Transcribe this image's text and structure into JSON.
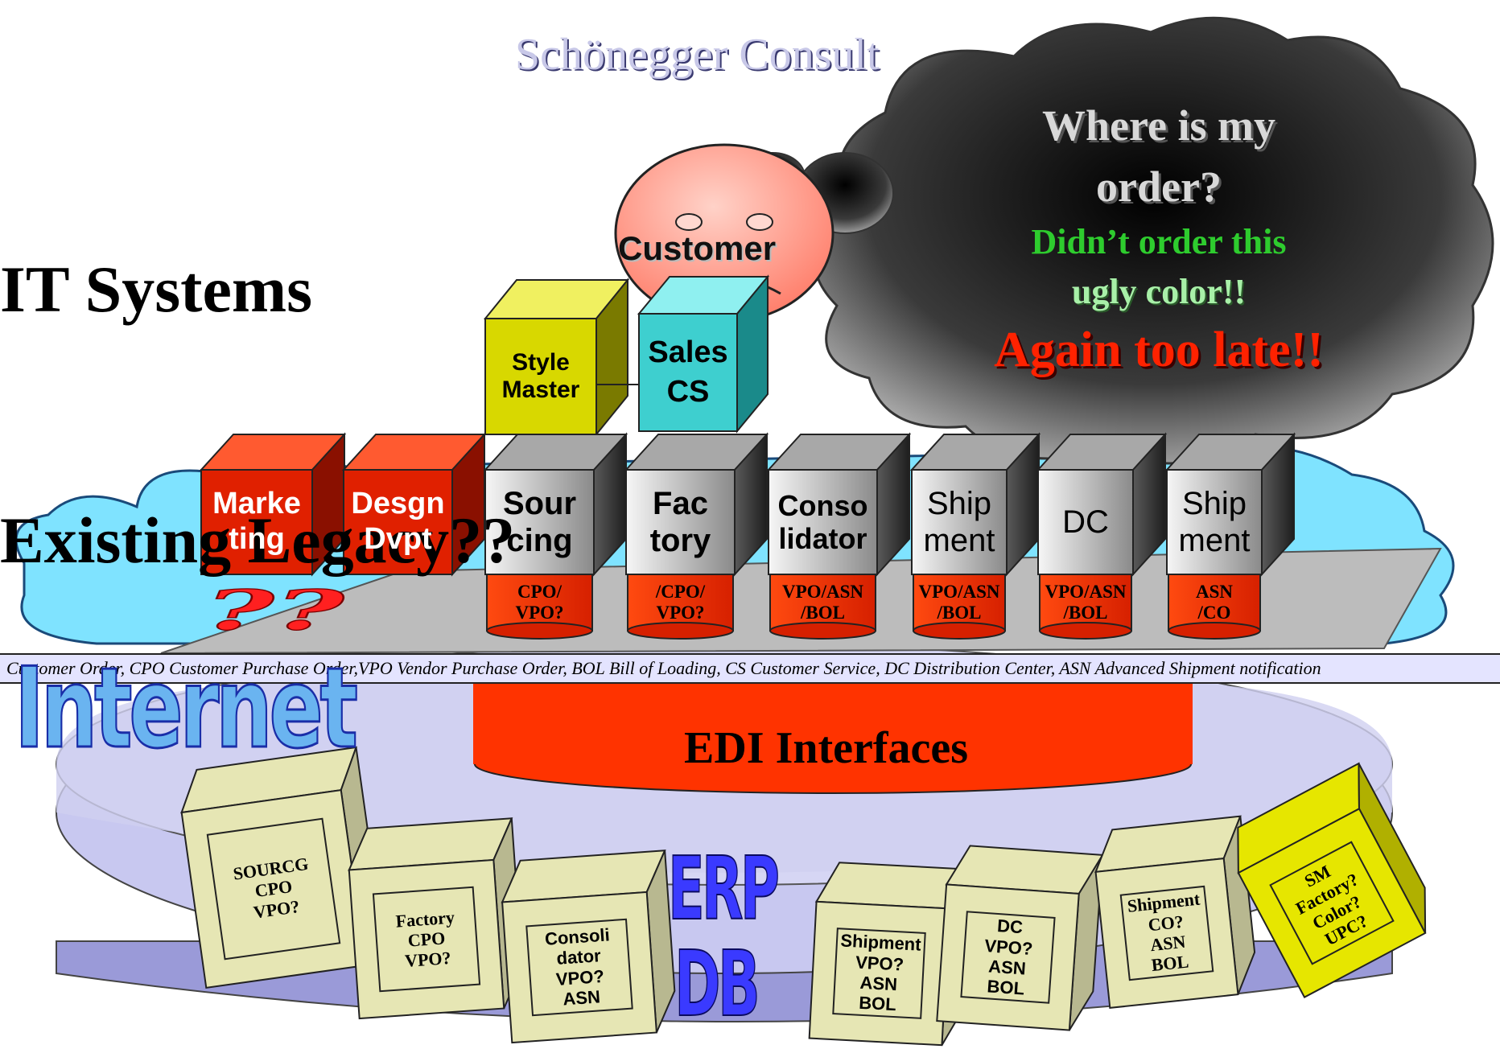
{
  "header": {
    "brand": "Schönegger  Consult",
    "title_line1": "IT Systems",
    "title_line2": "Existing Legacy??"
  },
  "thought_bubble": {
    "line1": "Where is my",
    "line2": "order?",
    "line3": "Didn’t order this",
    "line4": "ugly color!!",
    "line5": "Again too late!!"
  },
  "customer": {
    "label": "Customer"
  },
  "top_boxes": [
    {
      "line1": "Style",
      "line2": "Master",
      "color": "#d8d800"
    },
    {
      "line1": "Sales",
      "line2": "CS",
      "color": "#3ecfcf"
    }
  ],
  "process_boxes": [
    {
      "line1": "Marke",
      "line2": "ting",
      "color": "#e02000"
    },
    {
      "line1": "Desgn",
      "line2": "Dvpt",
      "color": "#e02000"
    },
    {
      "line1": "Sour",
      "line2": "cing",
      "color": "#c8c8c8",
      "db1": "CPO/",
      "db2": "VPO?"
    },
    {
      "line1": "Fac",
      "line2": "tory",
      "color": "#c8c8c8",
      "db1": "/CPO/",
      "db2": "VPO?"
    },
    {
      "line1": "Conso",
      "line2": "lidator",
      "color": "#c8c8c8",
      "db1": "VPO/ASN",
      "db2": "/BOL"
    },
    {
      "line1": "Ship",
      "line2": "ment",
      "color": "#c8c8c8",
      "db1": "VPO/ASN",
      "db2": "/BOL"
    },
    {
      "line1": "DC",
      "line2": "",
      "color": "#c8c8c8",
      "db1": "VPO/ASN",
      "db2": "/BOL"
    },
    {
      "line1": "Ship",
      "line2": "ment",
      "color": "#c8c8c8",
      "db1": "ASN",
      "db2": "/CO"
    }
  ],
  "question_marks": "??",
  "legend": "Customer Order, CPO Customer Purchase Order,VPO Vendor Purchase Order, BOL Bill of Loading, CS Customer Service, DC Distribution Center, ASN Advanced Shipment notification",
  "wordart": {
    "internet": "Internet",
    "erp": "ERP",
    "db": "DB"
  },
  "edi_label": "EDI Interfaces",
  "erp_modules": [
    {
      "lines": [
        "SOURCG",
        "CPO",
        "VPO?"
      ],
      "color": "#e6e6b4"
    },
    {
      "lines": [
        "Factory",
        "CPO",
        "VPO?"
      ],
      "color": "#e6e6b4"
    },
    {
      "lines": [
        "Consoli",
        "dator",
        "VPO?",
        "ASN"
      ],
      "color": "#e6e6b4"
    },
    {
      "lines": [
        "Shipment",
        "VPO?",
        "ASN",
        "BOL"
      ],
      "color": "#e6e6b4"
    },
    {
      "lines": [
        "DC",
        "VPO?",
        "ASN",
        "BOL"
      ],
      "color": "#e6e6b4"
    },
    {
      "lines": [
        "Shipment",
        "CO?",
        "ASN",
        "BOL"
      ],
      "color": "#e6e6b4"
    },
    {
      "lines": [
        "SM",
        "Factory?",
        "Color?",
        "UPC?"
      ],
      "color": "#e6e600"
    }
  ],
  "colors": {
    "cloud_blue": "#7fe3ff",
    "edi_red": "#ff3300",
    "platform": "#c8c8f0",
    "thought_bubble": "#2a2a2a"
  }
}
